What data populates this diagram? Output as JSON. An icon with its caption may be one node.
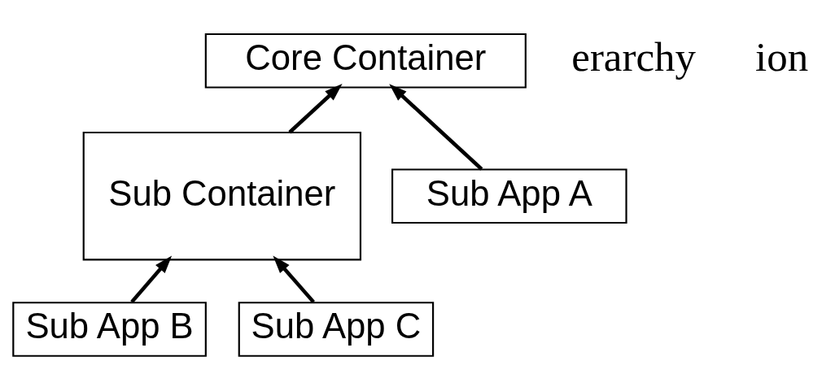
{
  "diagram": {
    "nodes": [
      {
        "text": [
          "Core Container"
        ]
      },
      {
        "text": [
          "Sub Container"
        ]
      },
      {
        "text": [
          "Sub App A"
        ]
      },
      {
        "text": [
          "Sub App B"
        ]
      },
      {
        "text": [
          "Sub App C"
        ]
      }
    ],
    "edges": [
      {
        "from": 1,
        "to": 0,
        "arrow": "to"
      },
      {
        "from": 2,
        "to": 0,
        "arrow": "to"
      },
      {
        "from": 3,
        "to": 1,
        "arrow": "to"
      },
      {
        "from": 4,
        "to": 1,
        "arrow": "to"
      }
    ],
    "labels": [
      "erarchy",
      "ion"
    ]
  }
}
